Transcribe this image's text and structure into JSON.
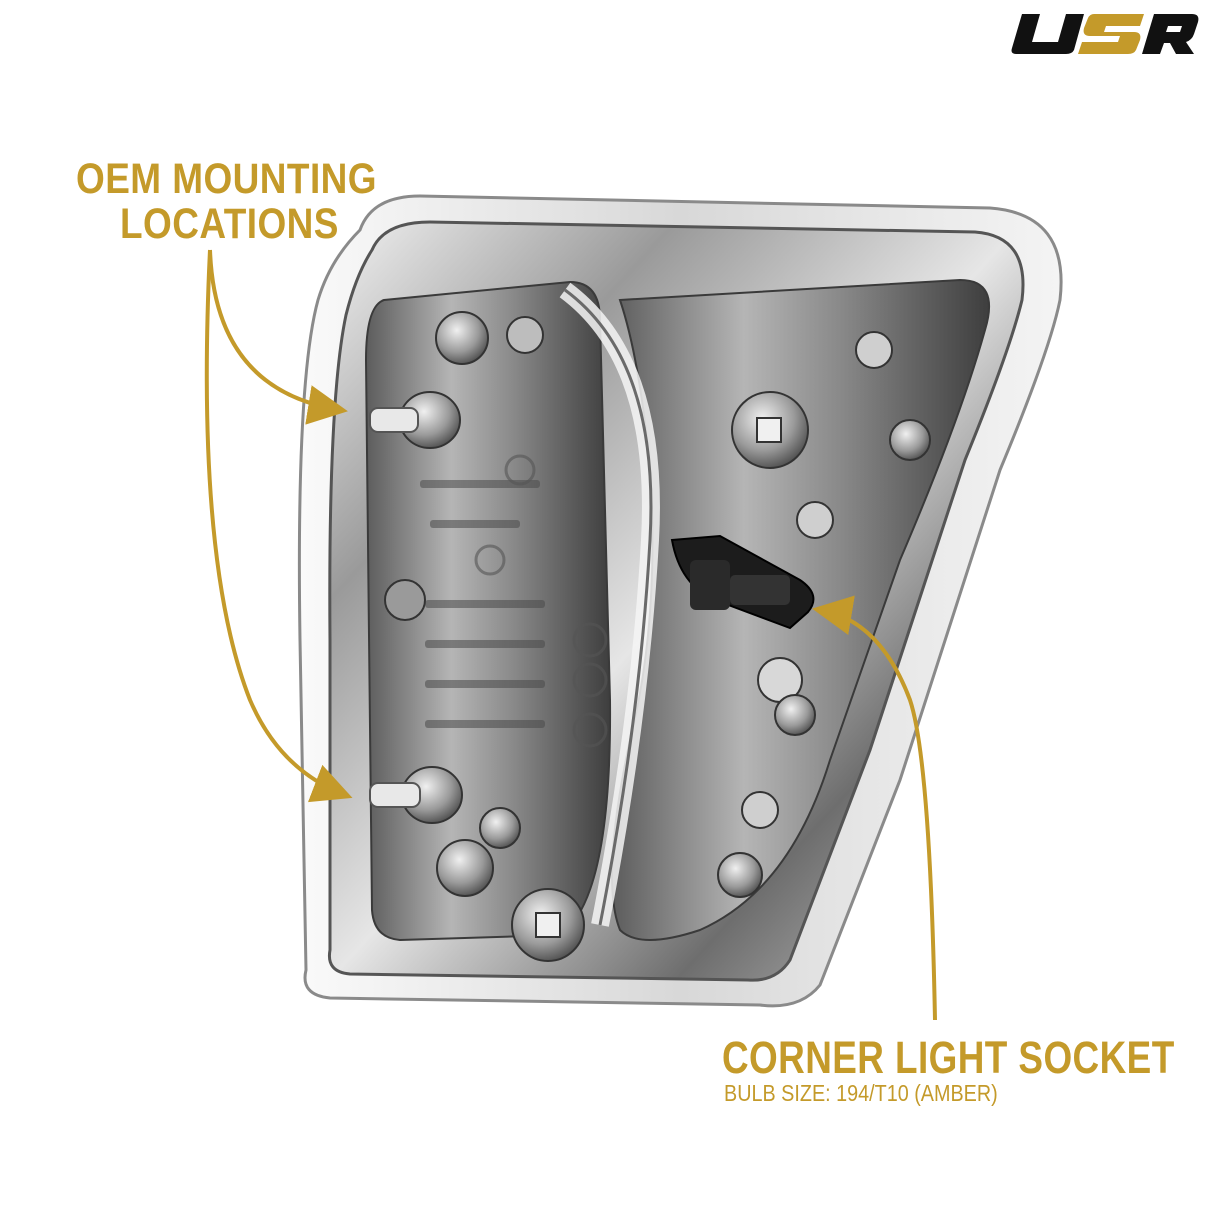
{
  "brand": {
    "logo_text": "USR"
  },
  "callouts": {
    "mounting": {
      "line1": "OEM MOUNTING",
      "line2": "LOCATIONS"
    },
    "socket": {
      "title": "CORNER LIGHT SOCKET",
      "subtitle": "BULB SIZE: 194/T10 (AMBER)"
    }
  },
  "colors": {
    "accent": "#c49a2a",
    "logo_dark": "#111111",
    "logo_gold": "#c49a2a",
    "background": "#ffffff"
  },
  "icons": {
    "logo": "usr-logo",
    "product": "corner-light-housing"
  }
}
